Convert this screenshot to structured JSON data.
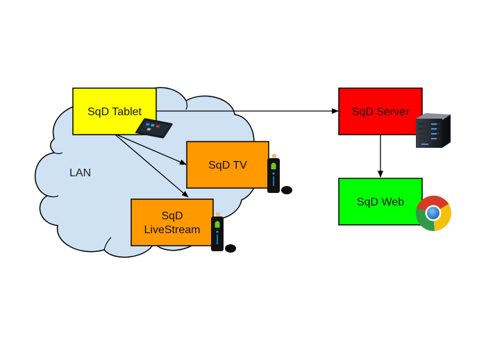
{
  "diagram": {
    "cloud": {
      "label": "LAN",
      "fill": "#cfe2f3",
      "stroke": "#000000"
    },
    "nodes": {
      "tablet": {
        "label": "SqD Tablet",
        "fill": "#ffff00",
        "icon": "tablet-icon"
      },
      "tv": {
        "label": "SqD TV",
        "fill": "#ff9900",
        "icon": "android-stick-icon"
      },
      "livestream": {
        "label_line1": "SqD",
        "label_line2": "LiveStream",
        "fill": "#ff9900",
        "icon": "android-stick-icon"
      },
      "server": {
        "label": "SqD Server",
        "fill": "#ff0000",
        "icon": "server-icon"
      },
      "web": {
        "label": "SqD Web",
        "fill": "#00ff00",
        "icon": "chrome-icon"
      }
    },
    "edges": [
      {
        "from": "SqD Tablet",
        "to": "SqD Server"
      },
      {
        "from": "SqD Tablet",
        "to": "SqD TV"
      },
      {
        "from": "SqD Tablet",
        "to": "SqD LiveStream"
      },
      {
        "from": "SqD Server",
        "to": "SqD Web"
      }
    ]
  }
}
